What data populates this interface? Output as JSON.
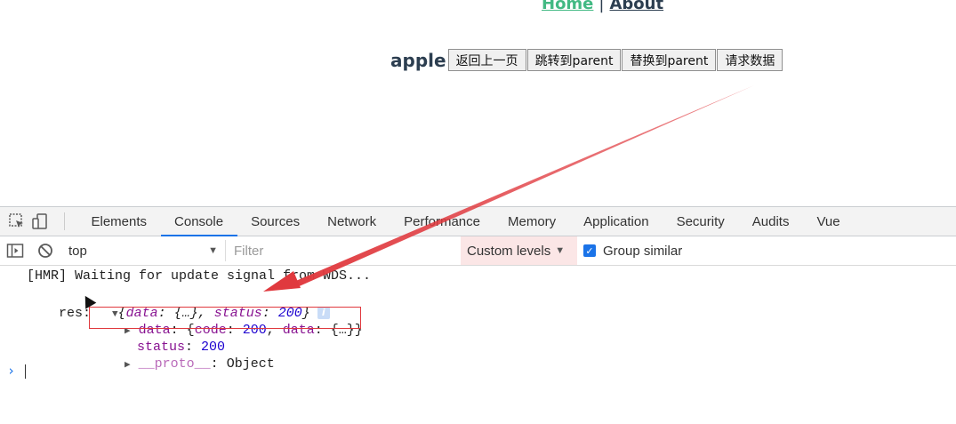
{
  "app": {
    "nav": {
      "home": "Home",
      "separator": "|",
      "about": "About"
    },
    "title": "apple",
    "buttons": [
      "返回上一页",
      "跳转到parent",
      "替换到parent",
      "请求数据"
    ]
  },
  "devtools": {
    "tabs": [
      "Elements",
      "Console",
      "Sources",
      "Network",
      "Performance",
      "Memory",
      "Application",
      "Security",
      "Audits",
      "Vue"
    ],
    "active_tab": "Console",
    "toolbar": {
      "context": "top",
      "filter_placeholder": "Filter",
      "levels": "Custom levels",
      "group_similar": "Group similar"
    },
    "console": {
      "hmr_line": "[HMR] Waiting for update signal from WDS...",
      "res_label": "res:",
      "res_summary_open": "{",
      "res_summary_data_key": "data",
      "res_summary_data_val": "{…}",
      "res_summary_status_key": "status",
      "res_summary_status_val": "200",
      "res_summary_close": "}",
      "data_key": "data",
      "data_code_key": "code",
      "data_code_val": "200",
      "data_inner_key": "data",
      "data_inner_val": "{…}",
      "status_key": "status",
      "status_val": "200",
      "proto_key": "__proto__",
      "proto_val": "Object",
      "prompt": "›"
    }
  },
  "colors": {
    "vue_green": "#42b983",
    "annotation_red": "#e0393e",
    "devtools_blue": "#1a73e8"
  }
}
